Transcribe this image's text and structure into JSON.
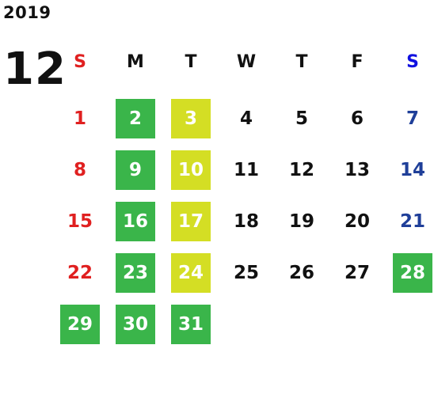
{
  "calendar": {
    "year": "2019",
    "month": "12",
    "weekdays": [
      "S",
      "M",
      "T",
      "W",
      "T",
      "F",
      "S"
    ],
    "first_weekday": 0,
    "days": [
      {
        "n": "1",
        "style": "sun"
      },
      {
        "n": "2",
        "style": "green"
      },
      {
        "n": "3",
        "style": "yellow"
      },
      {
        "n": "4",
        "style": "normal"
      },
      {
        "n": "5",
        "style": "normal"
      },
      {
        "n": "6",
        "style": "normal"
      },
      {
        "n": "7",
        "style": "sat"
      },
      {
        "n": "8",
        "style": "sun"
      },
      {
        "n": "9",
        "style": "green"
      },
      {
        "n": "10",
        "style": "yellow"
      },
      {
        "n": "11",
        "style": "normal"
      },
      {
        "n": "12",
        "style": "normal"
      },
      {
        "n": "13",
        "style": "normal"
      },
      {
        "n": "14",
        "style": "sat"
      },
      {
        "n": "15",
        "style": "sun"
      },
      {
        "n": "16",
        "style": "green"
      },
      {
        "n": "17",
        "style": "yellow"
      },
      {
        "n": "18",
        "style": "normal"
      },
      {
        "n": "19",
        "style": "normal"
      },
      {
        "n": "20",
        "style": "normal"
      },
      {
        "n": "21",
        "style": "sat"
      },
      {
        "n": "22",
        "style": "sun"
      },
      {
        "n": "23",
        "style": "green"
      },
      {
        "n": "24",
        "style": "yellow"
      },
      {
        "n": "25",
        "style": "normal"
      },
      {
        "n": "26",
        "style": "normal"
      },
      {
        "n": "27",
        "style": "normal"
      },
      {
        "n": "28",
        "style": "green"
      },
      {
        "n": "29",
        "style": "green"
      },
      {
        "n": "30",
        "style": "green"
      },
      {
        "n": "31",
        "style": "green"
      }
    ]
  },
  "colors": {
    "text": "#111111",
    "sunday": "#e02020",
    "saturday_header": "#1010e0",
    "saturday_day": "#1f3f99",
    "green_bg": "#3ab54a",
    "yellow_bg": "#d4de24",
    "highlight_text": "#ffffff"
  }
}
